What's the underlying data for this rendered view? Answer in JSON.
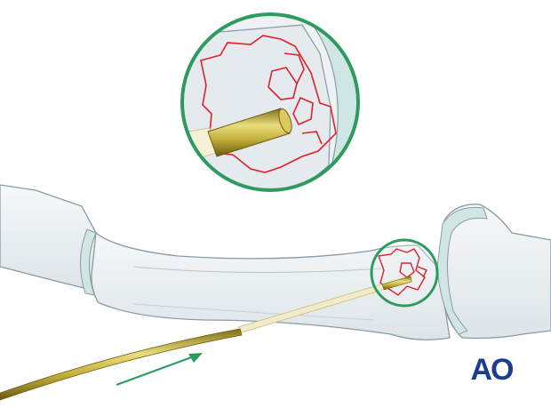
{
  "logo": {
    "text": "AO",
    "color": "#1b3d8f"
  },
  "colors": {
    "zoom_circle": "#2e9b5e",
    "arrow": "#2e9b5e",
    "fracture_lines": "#e0202a",
    "wire": "#b8a233",
    "bone_fill": "#eef2f4",
    "bone_outline": "#8a9aa4",
    "cartilage": "#cfe6e4"
  },
  "icons": [
    "k-wire",
    "direction-arrow",
    "zoom-detail-circle",
    "magnifier-circle"
  ]
}
